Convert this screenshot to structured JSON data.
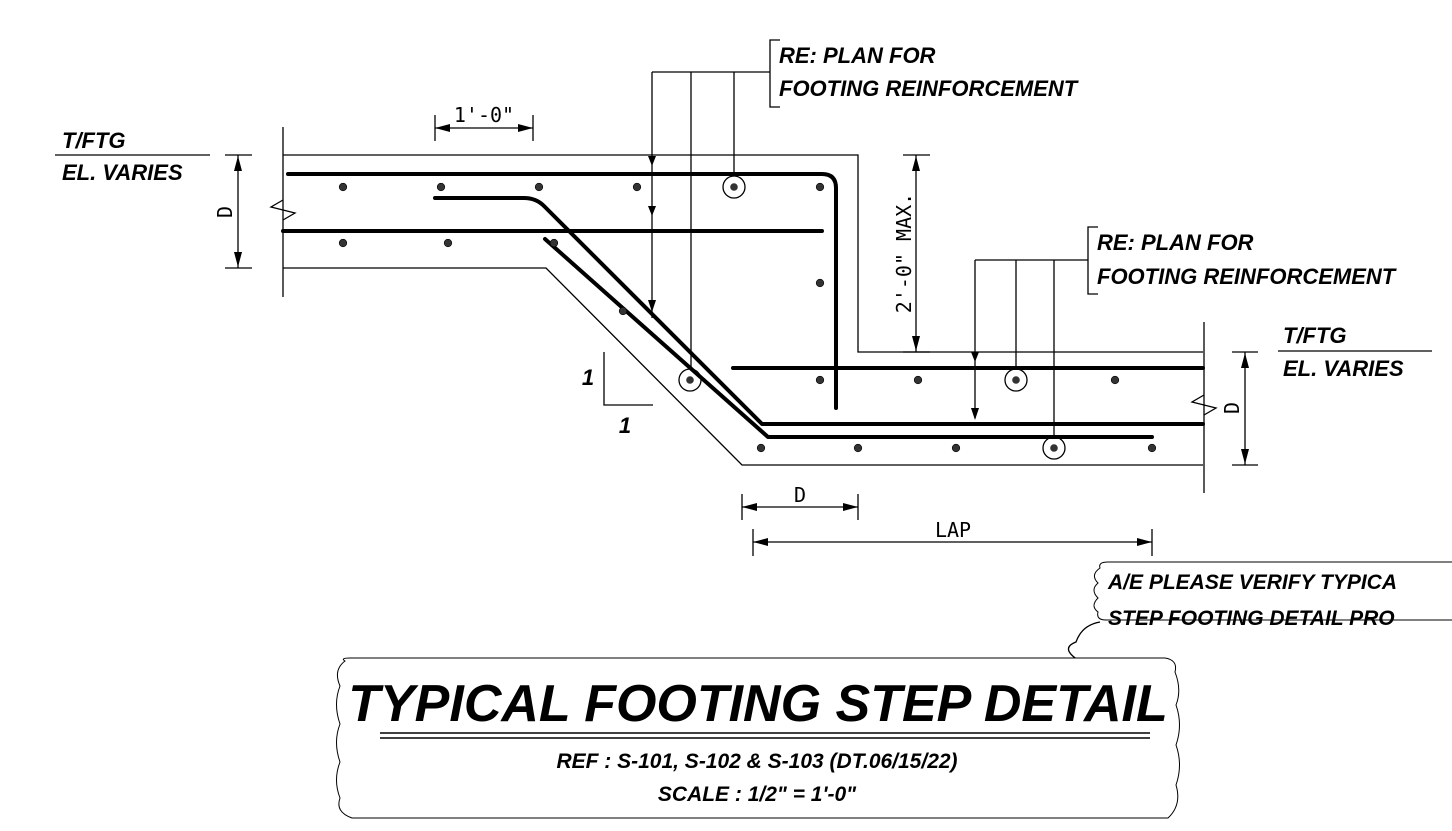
{
  "callouts": {
    "top_line1": "RE: PLAN FOR",
    "top_line2": "FOOTING REINFORCEMENT",
    "right_line1": "RE: PLAN FOR",
    "right_line2": "FOOTING REINFORCEMENT"
  },
  "elevations": {
    "left_top": "T/FTG",
    "left_bottom": "EL. VARIES",
    "right_top": "T/FTG",
    "right_bottom": "EL. VARIES"
  },
  "dimensions": {
    "one_foot": "1'-0\"",
    "d_left": "D",
    "d_right": "D",
    "d_bottom": "D",
    "max_step": "2'-0\" MAX.",
    "lap": "LAP"
  },
  "slope": {
    "rise": "1",
    "run": "1"
  },
  "review_note": {
    "line1": "A/E PLEASE VERIFY TYPICA",
    "line2": "STEP FOOTING DETAIL PRO"
  },
  "title_block": {
    "title": "TYPICAL FOOTING STEP DETAIL",
    "ref": "REF : S-101, S-102 & S-103 (DT.06/15/22)",
    "scale": "SCALE : 1/2\" = 1'-0\""
  }
}
